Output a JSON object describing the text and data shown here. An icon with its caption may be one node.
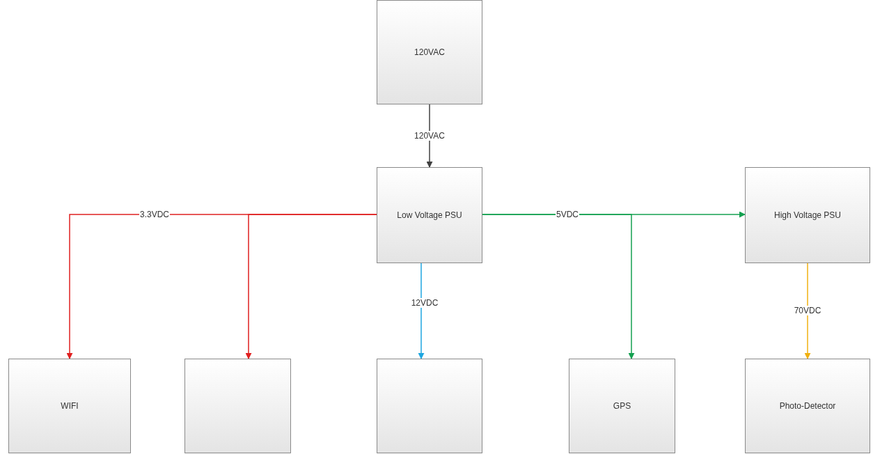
{
  "diagram": {
    "nodes": [
      {
        "text": [
          "120VAC"
        ]
      },
      {
        "text": [
          "Low Voltage PSU"
        ]
      },
      {
        "text": [
          "High Voltage PSU"
        ]
      },
      {
        "text": [
          "WIFI"
        ]
      },
      {
        "text": [],
        "shape": "box"
      },
      {
        "text": [],
        "shape": "box"
      },
      {
        "text": [
          "GPS"
        ]
      },
      {
        "text": [
          "Photo-Detector"
        ]
      }
    ],
    "edges": [
      {
        "from": 0,
        "to": 1,
        "arrow": "to",
        "label": "120VAC",
        "color": "#404040"
      },
      {
        "from": 1,
        "to": 3,
        "arrow": "to",
        "label": "3.3VDC",
        "color": "#e02020"
      },
      {
        "from": 1,
        "to": 4,
        "arrow": "to",
        "color": "#e02020"
      },
      {
        "from": 1,
        "to": 5,
        "arrow": "to",
        "label": "12VDC",
        "color": "#1ea6e0"
      },
      {
        "from": 1,
        "to": 2,
        "arrow": "to",
        "label": "5VDC",
        "color": "#14a050"
      },
      {
        "from": 1,
        "to": 6,
        "arrow": "to",
        "color": "#14a050"
      },
      {
        "from": 2,
        "to": 7,
        "arrow": "to",
        "label": "70VDC",
        "color": "#f0b010"
      }
    ]
  }
}
